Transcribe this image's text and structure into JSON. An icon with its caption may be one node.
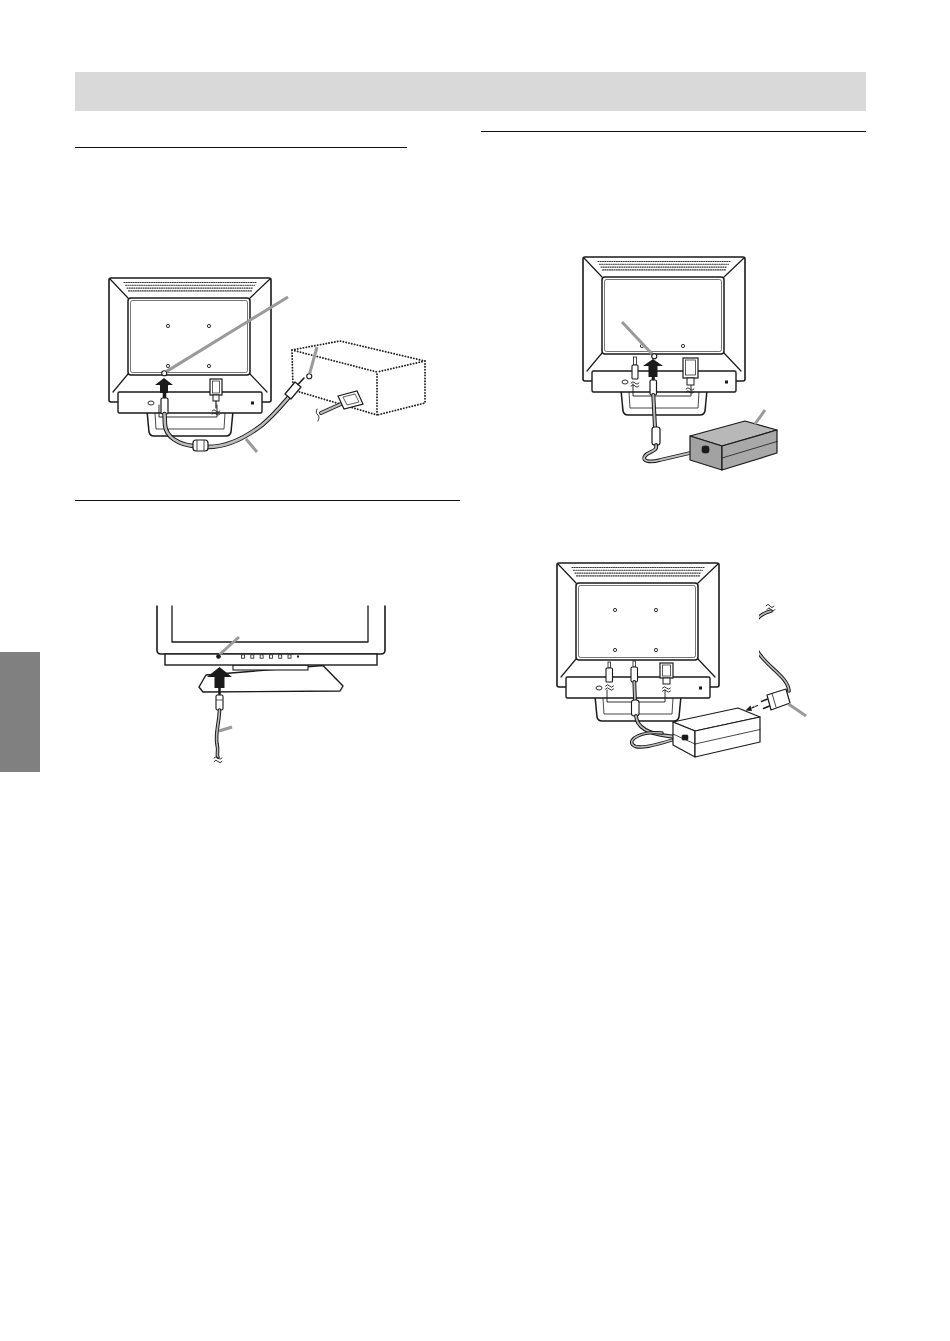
{
  "diagram": {
    "nodes": [
      {
        "text": [],
        "shape": "circle"
      },
      {
        "text": [],
        "shape": "circle"
      },
      {
        "text": [],
        "shape": "picture"
      },
      {
        "text": [],
        "shape": "circle"
      },
      {
        "text": [],
        "shape": "picture"
      },
      {
        "text": [],
        "shape": "circle"
      },
      {
        "text": [],
        "shape": "picture"
      },
      {
        "text": [],
        "shape": "picture"
      },
      {
        "text": [],
        "shape": "box"
      }
    ],
    "edges": [
      {
        "from": null,
        "to": 0,
        "arrow": "none"
      },
      {
        "from": null,
        "to": 1,
        "arrow": "none"
      },
      {
        "from": null,
        "to": 2,
        "arrow": "none"
      },
      {
        "from": null,
        "to": 3,
        "arrow": "none"
      },
      {
        "from": null,
        "to": 4,
        "arrow": "none"
      },
      {
        "from": null,
        "to": 5,
        "arrow": "none"
      },
      {
        "from": null,
        "to": 6,
        "arrow": "none"
      },
      {
        "from": null,
        "to": 7,
        "arrow": "none"
      }
    ]
  }
}
